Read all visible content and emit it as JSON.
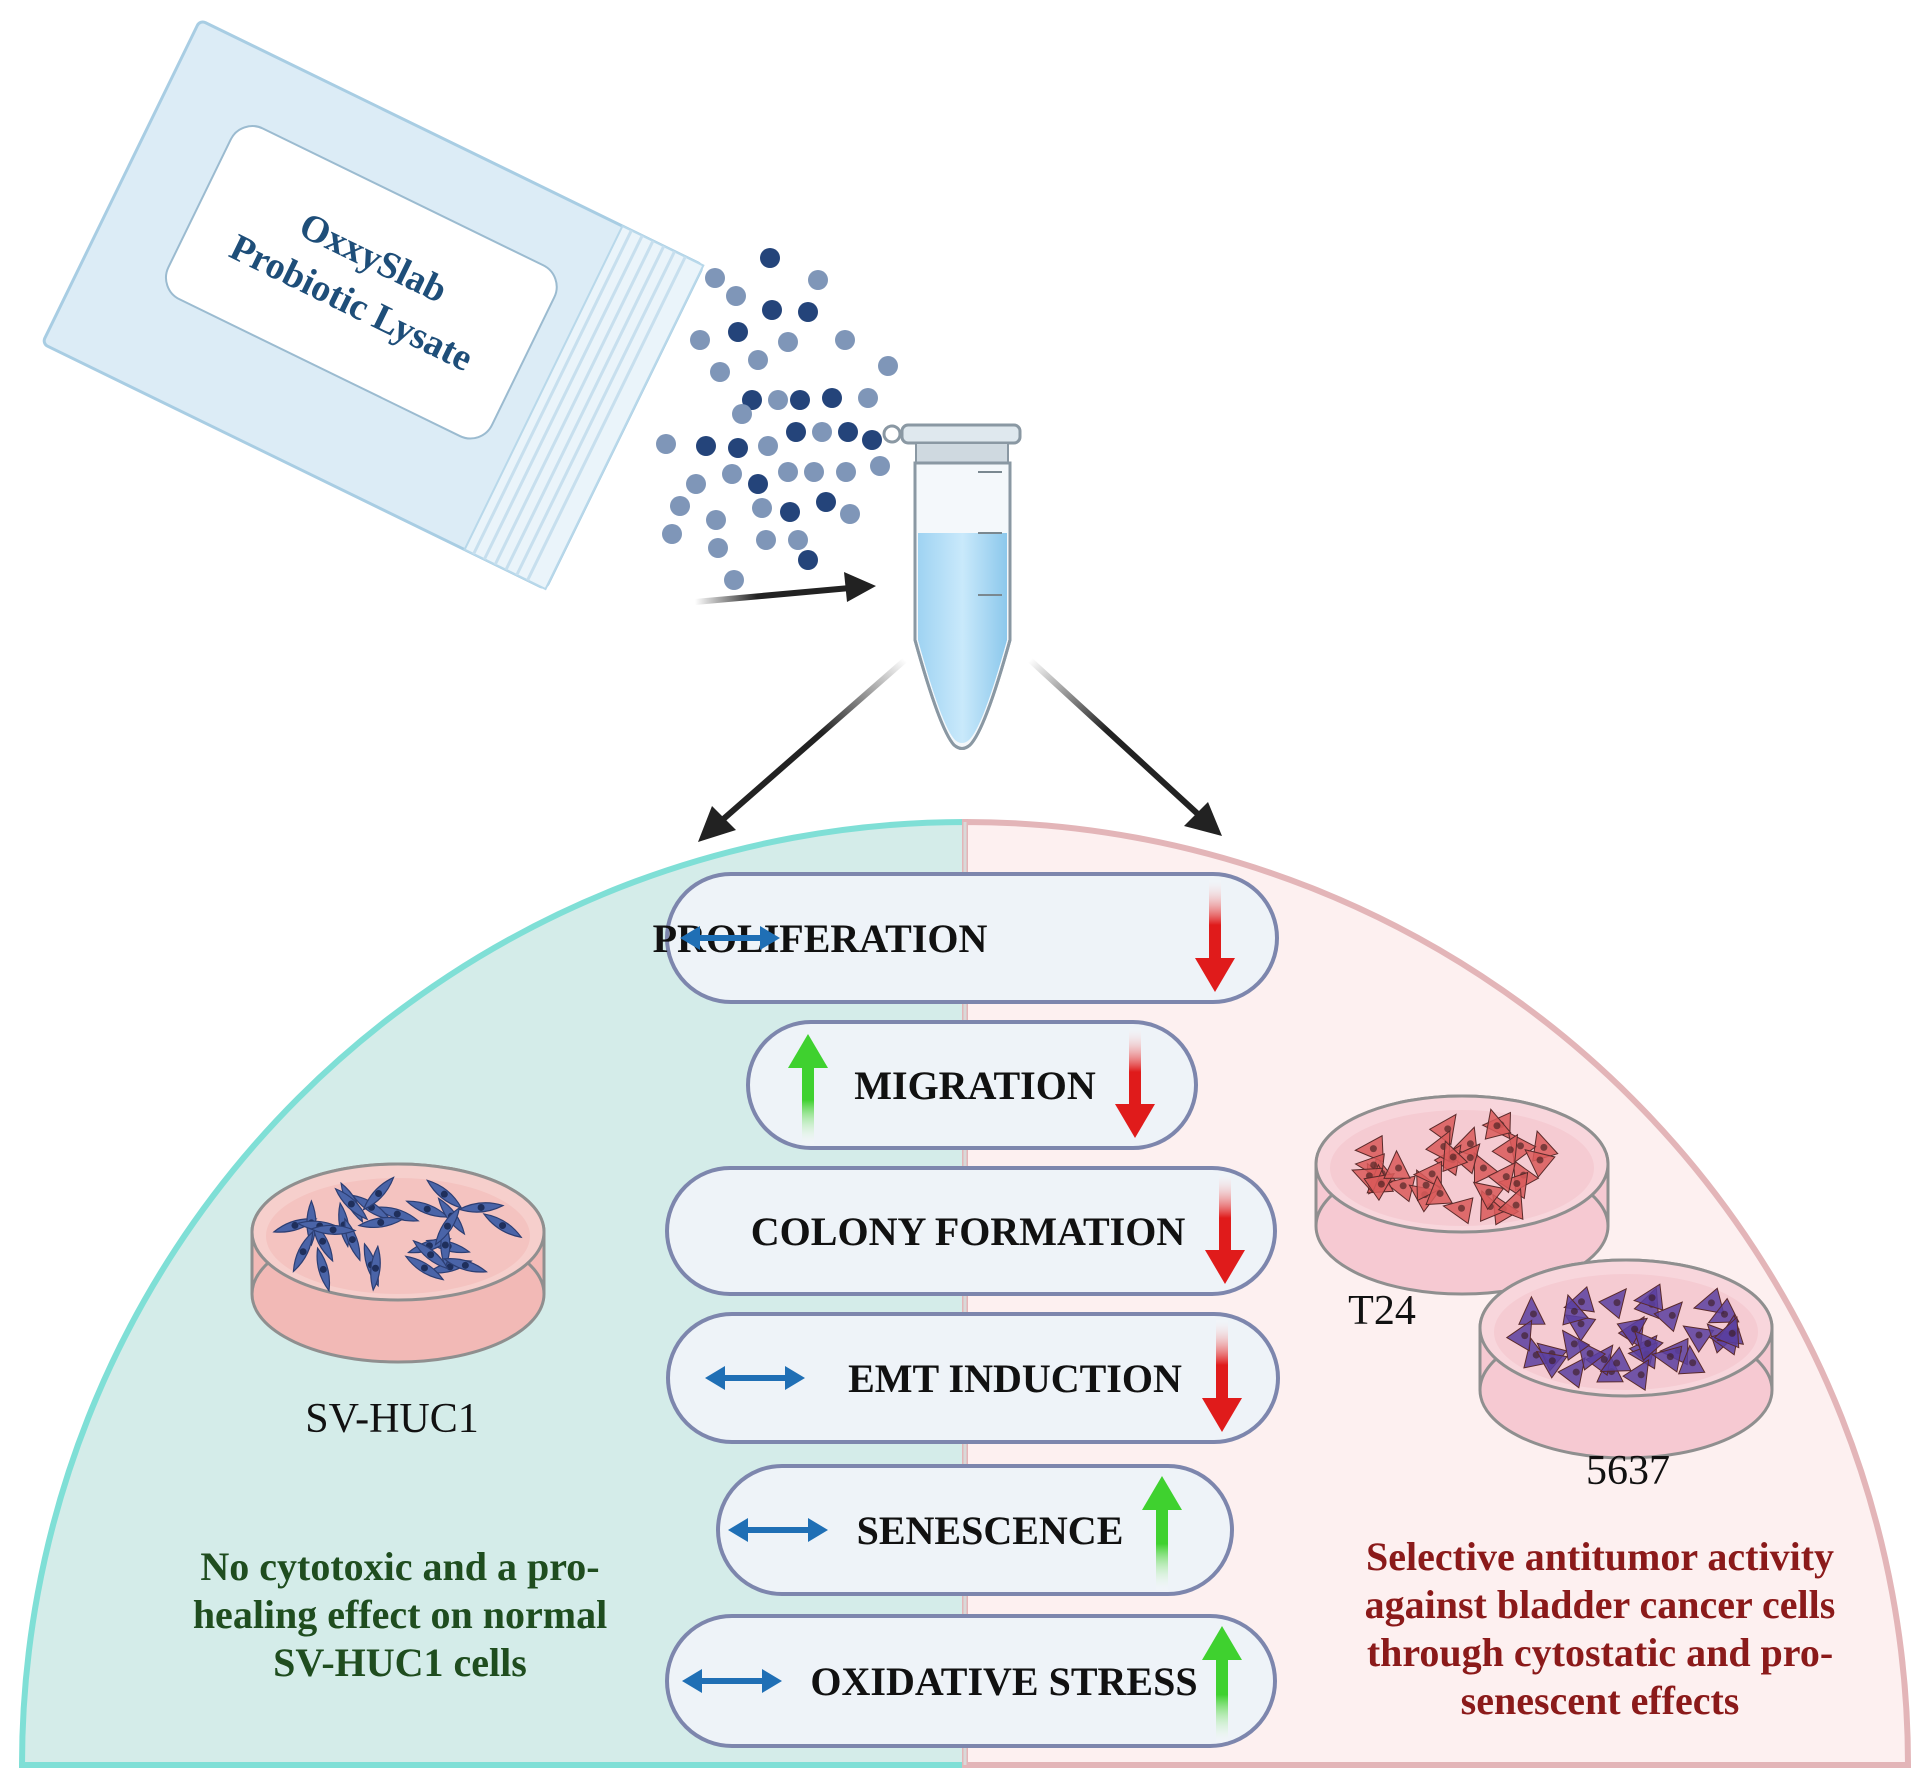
{
  "product": {
    "line1": "OxxySlab",
    "line2": "Probiotic Lysate"
  },
  "normal_panel": {
    "cell_line": "SV-HUC1",
    "summary": [
      "No cytotoxic and a pro-",
      "healing effect on normal",
      "SV-HUC1 cells"
    ],
    "summary_color": "#1f4d1f",
    "panel_color": "#d4ece9",
    "border_color": "#7fdfd6"
  },
  "cancer_panel": {
    "cell_lines": [
      "T24",
      "5637"
    ],
    "summary": [
      "Selective antitumor activity",
      "against bladder cancer cells",
      "through cytostatic and pro-",
      "senescent effects"
    ],
    "summary_color": "#8b1a1a",
    "panel_color": "#fdf0f0",
    "border_color": "#e3b5b8"
  },
  "effects": [
    {
      "label": "PROLIFERATION",
      "normal": "no-change",
      "cancer": "decrease"
    },
    {
      "label": "MIGRATION",
      "normal": "increase",
      "cancer": "decrease"
    },
    {
      "label": "COLONY FORMATION",
      "normal": "none",
      "cancer": "decrease"
    },
    {
      "label": "EMT INDUCTION",
      "normal": "no-change",
      "cancer": "decrease"
    },
    {
      "label": "SENESCENCE",
      "normal": "no-change",
      "cancer": "increase"
    },
    {
      "label": "OXIDATIVE STRESS",
      "normal": "no-change",
      "cancer": "increase"
    }
  ],
  "icons": {
    "no_change": "double-arrow-icon",
    "increase": "up-arrow-icon",
    "decrease": "down-arrow-icon"
  },
  "colors": {
    "no_change": "#1f6fb5",
    "increase": "#3fd12f",
    "decrease": "#e01b1b",
    "pill_fill": "#eef3f8",
    "pill_stroke": "#7d86ad",
    "normal_cells": "#4a64a8",
    "t24_cells": "#d95a5a",
    "c5637_cells": "#5b3fa0"
  }
}
